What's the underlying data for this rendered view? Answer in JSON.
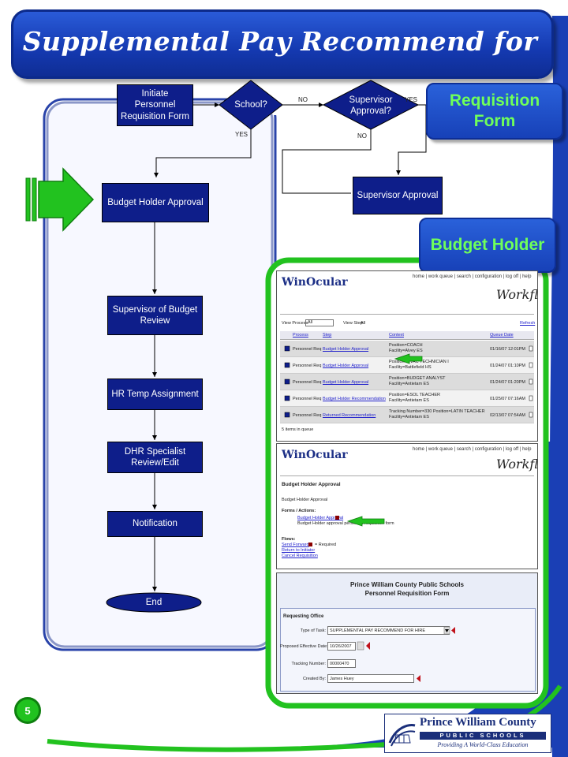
{
  "title": "Supplemental Pay Recommend for Hire",
  "page_number": "5",
  "flow": {
    "initiate": "Initiate Personnel Requisition Form",
    "school_q": "School?",
    "supervisor_q": "Supervisor Approval?",
    "supervisor_approval": "Supervisor Approval",
    "budget_holder_approval": "Budget Holder Approval",
    "supervisor_budget_review": "Supervisor of Budget Review",
    "hr_temp": "HR Temp Assignment",
    "dhr_specialist": "DHR Specialist Review/Edit",
    "notification": "Notification",
    "end": "End",
    "label_no_1": "NO",
    "label_yes_1": "YES",
    "label_yes_2": "YES",
    "label_no_2": "NO"
  },
  "callouts": {
    "requisition_form": "Requisition Form",
    "budget_holder": "Budget Holder"
  },
  "workflow1": {
    "logo": "WinOcular",
    "nav": "home | work queue | search | configuration | log off | help",
    "title": "Workflow",
    "view_process_label": "View Process:",
    "view_process_value": "All",
    "view_step_label": "View Step:",
    "view_step_value": "All",
    "refresh": "Refresh",
    "headers": [
      "Process",
      "Step",
      "Context",
      "Queue Date"
    ],
    "rows": [
      {
        "process": "Personnel Req",
        "step": "Budget Holder Approval",
        "context1": "Position=COACH",
        "context2": "Facility=Alvey ES",
        "date": "01/16/07 12:01PM"
      },
      {
        "process": "Personnel Req",
        "step": "Budget Holder Approval",
        "context1": "Position=HVAC TECHNICIAN I",
        "context2": "Facility=Battlefield HS",
        "date": "01/24/07 01:10PM"
      },
      {
        "process": "Personnel Req",
        "step": "Budget Holder Approval",
        "context1": "Position=BUDGET ANALYST",
        "context2": "Facility=Antietam ES",
        "date": "01/24/07 01:20PM"
      },
      {
        "process": "Personnel Req",
        "step": "Budget Holder Recommendation",
        "context1": "Position=ESOL TEACHER",
        "context2": "Facility=Antietam ES",
        "date": "01/25/07 07:16AM"
      },
      {
        "process": "Personnel Req",
        "step": "Returned Recommendation",
        "context1": "Tracking Number=330 Position=LATIN TEACHER",
        "context2": "Facility=Antietam ES",
        "date": "02/13/07 07:54AM"
      }
    ],
    "footer": "5 items in queue"
  },
  "workflow2": {
    "logo": "WinOcular",
    "nav": "home | work queue | search | configuration | log off | help",
    "title": "Workflow",
    "heading": "Budget Holder Approval",
    "sub": "Budget Holder Approval",
    "forms_label": "Forms / Actions:",
    "form_link": "Budget Holder Approval",
    "form_desc": "Budget Holder approval personnel requisition form",
    "flows_label": "Flows:",
    "flow_links": [
      "Send Forward",
      "Return to Initiator",
      "Cancel Requisition"
    ],
    "required_note": "= Required"
  },
  "form": {
    "org": "Prince William County Public Schools",
    "form_title": "Personnel Requisition Form",
    "section": "Requesting Office",
    "type_label": "Type of Task:",
    "type_value": "SUPPLEMENTAL PAY RECOMMEND FOR HIRE",
    "date_label": "Proposed Effective Date:",
    "date_value": "10/26/2007",
    "tracking_label": "Tracking Number:",
    "tracking_value": "00000470",
    "created_label": "Created By:",
    "created_value": "James Huey"
  },
  "logo": {
    "name": "Prince William County",
    "sub": "PUBLIC SCHOOLS",
    "tagline": "Providing A World-Class Education"
  },
  "colors": {
    "banner": "#1439b0",
    "box": "#0e1e8a",
    "accent_green": "#21c21f",
    "callout_text": "#6fff5a"
  }
}
